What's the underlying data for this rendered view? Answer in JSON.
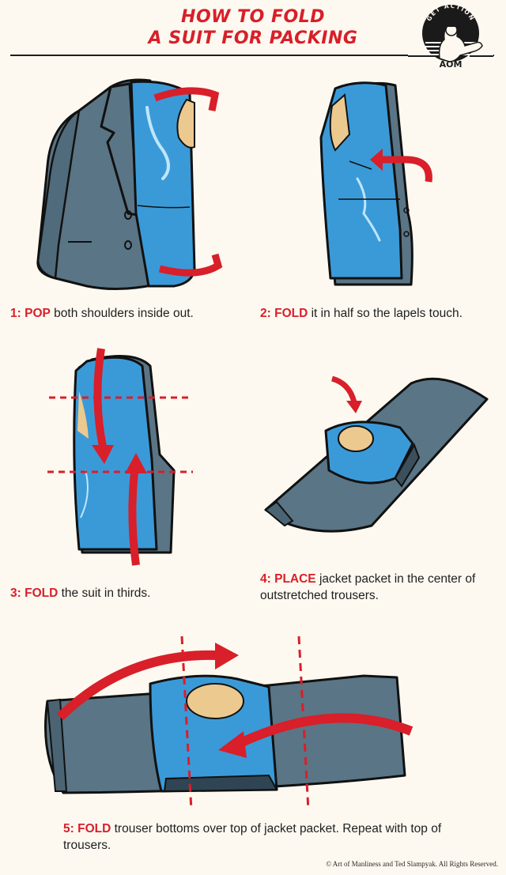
{
  "header": {
    "title_line1": "HOW TO FOLD",
    "title_line2": "A SUIT FOR PACKING",
    "logo": {
      "arc_text": "GET ACTION",
      "monogram": "AOM"
    }
  },
  "steps": [
    {
      "number": "1:",
      "verb": "POP",
      "text": "both shoulders inside out.",
      "illustration": "jacket-open-shoulders-inside-out"
    },
    {
      "number": "2:",
      "verb": "FOLD",
      "text": "it in half so the lapels touch.",
      "illustration": "jacket-folded-in-half"
    },
    {
      "number": "3:",
      "verb": "FOLD",
      "text": "the suit in thirds.",
      "illustration": "jacket-folded-in-thirds"
    },
    {
      "number": "4:",
      "verb": "PLACE",
      "text": "jacket packet in the center of outstretched trousers.",
      "illustration": "jacket-packet-on-trousers"
    },
    {
      "number": "5:",
      "verb": "FOLD",
      "text": "trouser bottoms over top of jacket packet. Repeat with top of trousers.",
      "illustration": "trousers-folded-over-packet"
    }
  ],
  "footer": {
    "copyright": "© Art of Manliness and Ted Slampyak. All Rights Reserved."
  },
  "colors": {
    "background": "#fdf9f0",
    "accent_red": "#d81f2a",
    "jacket_grey": "#5a7585",
    "lining_blue": "#3a9ad8",
    "shoulder_pad_tan": "#ecc98f",
    "ink": "#111111"
  }
}
